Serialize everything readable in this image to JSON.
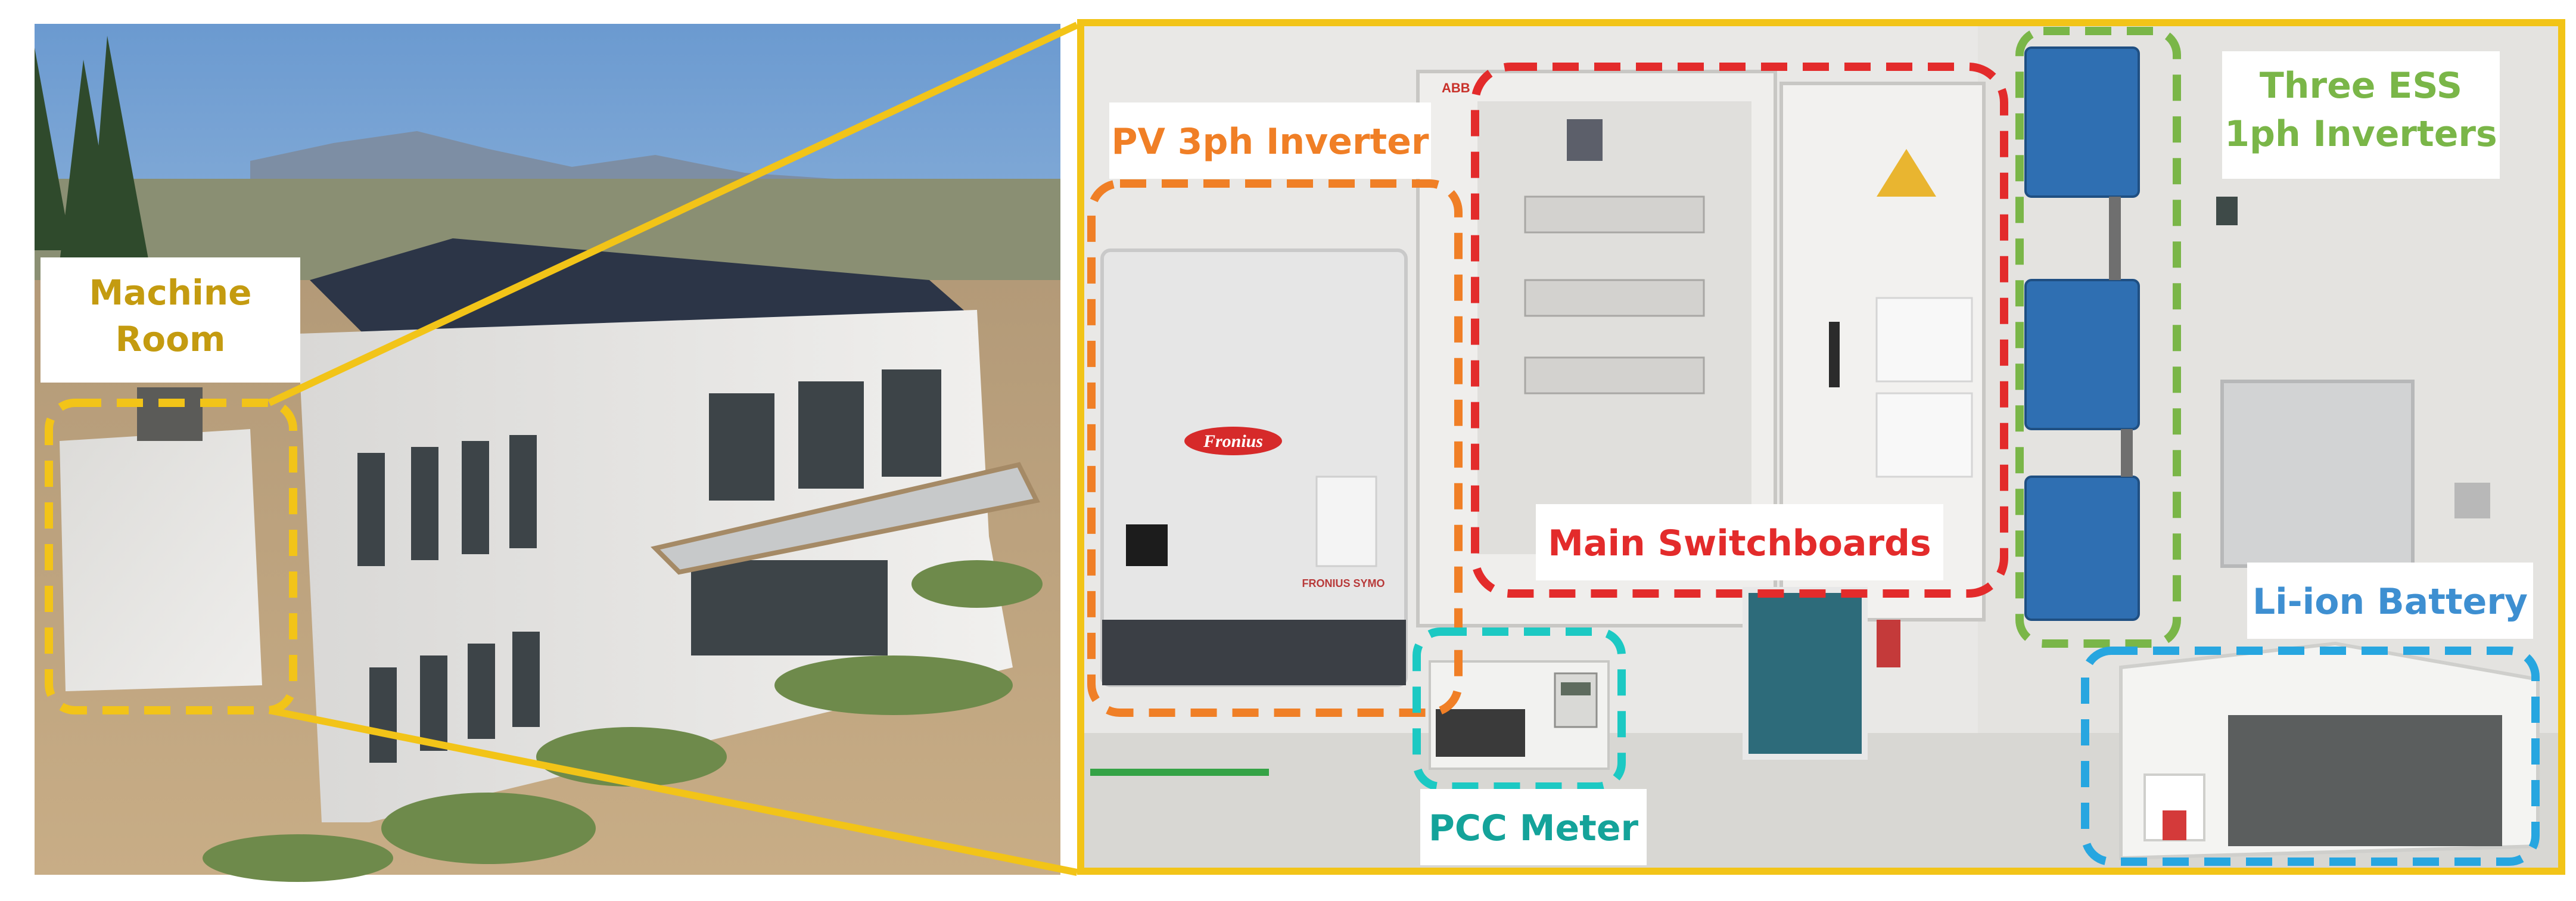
{
  "labels": {
    "machine_room": "Machine Room",
    "pv_inverter": "PV 3ph Inverter",
    "three_ess": "Three ESS 1ph Inverters",
    "main_switchboards": "Main Switchboards",
    "li_ion_battery": "Li-ion Battery",
    "pcc_meter": "PCC Meter",
    "inverter_brand": "Fronius",
    "inverter_model": "FRONIUS SYMO",
    "switchboard_brand": "ABB"
  },
  "colors": {
    "machine_room": "#f2c418",
    "pv_inverter": "#f07f26",
    "three_ess": "#7ab648",
    "main_switchboards": "#e32b2b",
    "li_ion_battery": "#27a6e0",
    "pcc_meter": "#1cc9c3",
    "frame": "#f2c418"
  }
}
